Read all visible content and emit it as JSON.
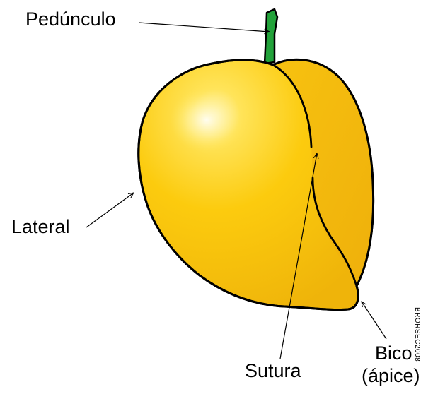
{
  "labels": {
    "peduncle": "Pedúnculo",
    "lateral": "Lateral",
    "suture": "Sutura",
    "tip_line1": "Bico",
    "tip_line2": "(ápice)"
  },
  "watermark": "BRORSEC2008",
  "colors": {
    "fruit_main": "#F7C20A",
    "fruit_side": "#F3B90C",
    "fruit_highlight": "#FFF6C8",
    "stem": "#22A23A",
    "outline": "#000000"
  }
}
